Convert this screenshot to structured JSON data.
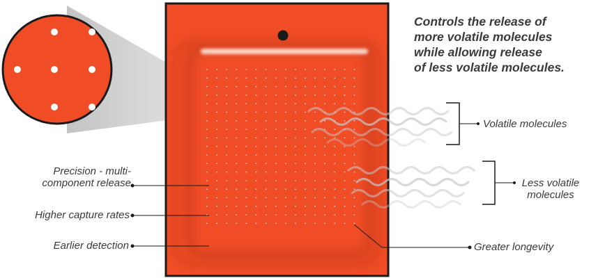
{
  "headline": {
    "lines": [
      "Controls the release of",
      "more volatile molecules",
      "while allowing release",
      "of less volatile molecules."
    ]
  },
  "labels": {
    "precision_line1": "Precision - multi-",
    "precision_line2": "component release",
    "higher_capture": "Higher capture rates",
    "earlier_detection": "Earlier detection",
    "greater_longevity": "Greater longevity",
    "volatile_molecules": "Volatile molecules",
    "less_volatile_line1": "Less volatile",
    "less_volatile_line2": "molecules"
  },
  "colors": {
    "lure_orange": "#f04d27",
    "outline": "#1a1a1a",
    "text": "#3a3a3a",
    "wave_gray": "#c8c8c8",
    "magnifier_gray": "#cfcfcf"
  }
}
